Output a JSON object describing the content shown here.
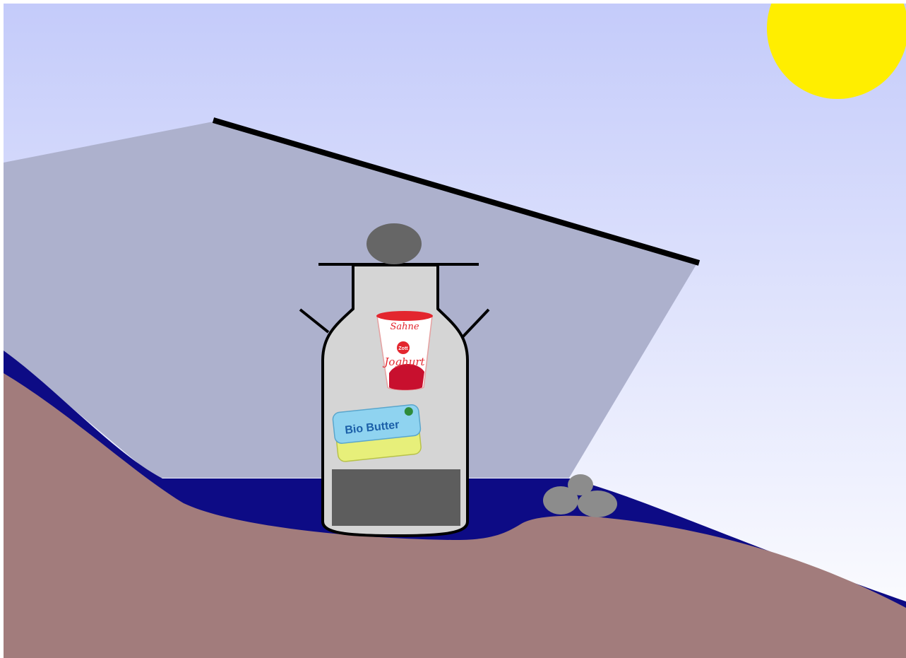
{
  "scene": {
    "colors": {
      "sky_top": "#c4cbfa",
      "sky_bottom": "#ffffff",
      "sun": "#ffee00",
      "shade_cloth": "#adb1cd",
      "shade_edge": "#000000",
      "water": "#0d0b85",
      "soil": "#a27c7c",
      "jar_body": "#d5d5d5",
      "jar_outline": "#000000",
      "stone": "#666666",
      "pebble": "#8c8c8c",
      "sand_block": "#5d5d5d"
    },
    "items": {
      "yogurt_cup": {
        "brand": "Zott",
        "lines": [
          "Sahne",
          "Joghurt"
        ],
        "colors": {
          "cup": "#ffffff",
          "accent": "#e3262e",
          "fruit": "#c8102e"
        }
      },
      "butter_tub": {
        "label": "Bio Butter",
        "colors": {
          "lid": "#8fd3f0",
          "text": "#1b5fa8",
          "base": "#e7ef7a"
        }
      }
    }
  }
}
